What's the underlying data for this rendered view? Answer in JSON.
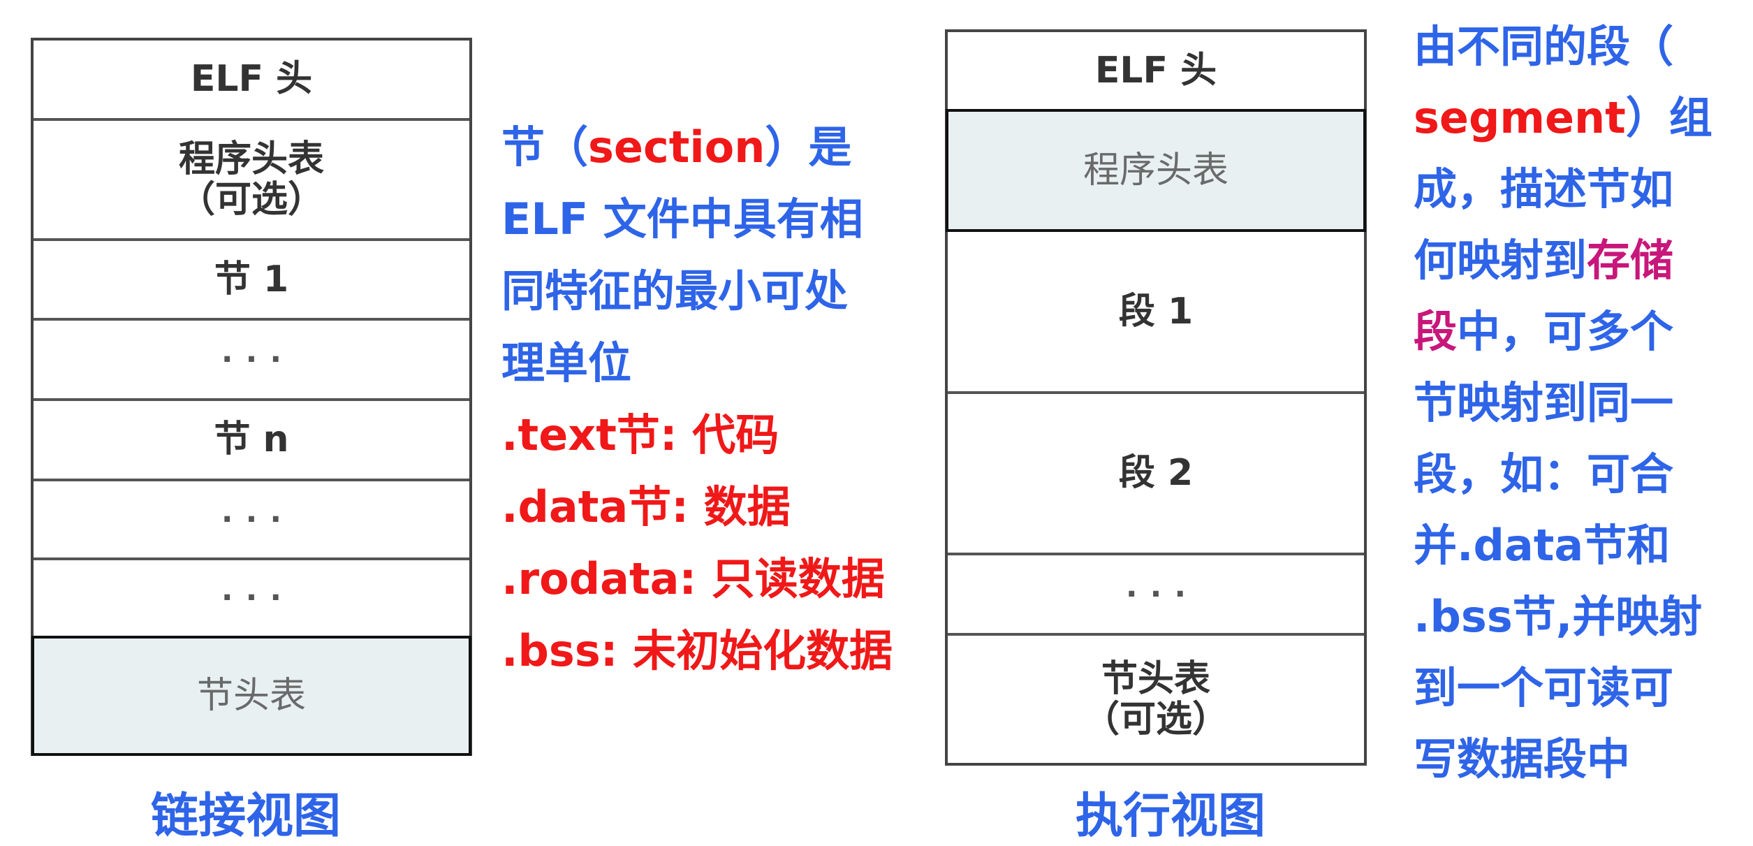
{
  "link_view": {
    "rows": [
      {
        "text": "ELF 头"
      },
      {
        "text": "程序头表",
        "sub": "（可选）"
      },
      {
        "text": "节 1"
      },
      {
        "text": "···"
      },
      {
        "text": "节 n"
      },
      {
        "text": "···"
      },
      {
        "text": "···"
      },
      {
        "text": "节头表"
      }
    ],
    "caption": "链接视图"
  },
  "exec_view": {
    "rows": [
      {
        "text": "ELF 头"
      },
      {
        "text": "程序头表"
      },
      {
        "text": "段 1"
      },
      {
        "text": "段 2"
      },
      {
        "text": "···"
      },
      {
        "text": "节头表",
        "sub": "（可选）"
      }
    ],
    "caption": "执行视图"
  },
  "middle_text": {
    "line1_pre": "节（",
    "line1_term": "section",
    "line1_post": "）是",
    "line2": "ELF 文件中具有相",
    "line3": "同特征的最小可处",
    "line4": "理单位",
    "line5": ".text节: 代码",
    "line6": ".data节: 数据",
    "line7": ".rodata: 只读数据",
    "line8": ".bss: 未初始化数据"
  },
  "right_text": {
    "line1": "由不同的段（",
    "line2_term": "segment",
    "line2_post": "）组",
    "line3": "成，描述节如",
    "line4_pre": "何映射到",
    "line4_em": "存储",
    "line5_em": "段",
    "line5_post": "中，可多个",
    "line6": "节映射到同一",
    "line7": "段，如：可合",
    "line8": "并.data节和",
    "line9": ".bss节,并映射",
    "line10": "到一个可读可",
    "line11": "写数据段中"
  },
  "colors": {
    "blue": "#2e64e8",
    "red": "#f01818",
    "magenta": "#c8177a",
    "shade": "#e8f0f2"
  }
}
